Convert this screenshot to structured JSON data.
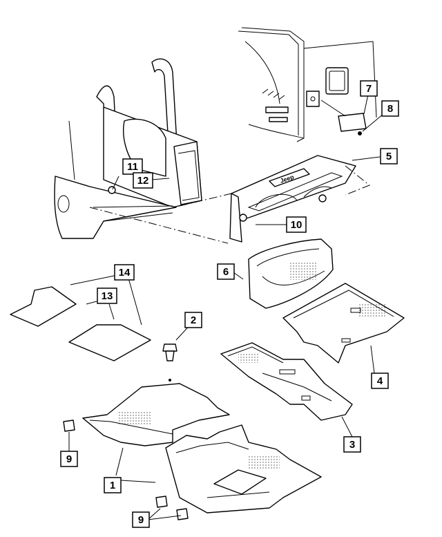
{
  "callouts": [
    {
      "id": "c1",
      "label": "1"
    },
    {
      "id": "c2",
      "label": "2"
    },
    {
      "id": "c3",
      "label": "3"
    },
    {
      "id": "c4",
      "label": "4"
    },
    {
      "id": "c5",
      "label": "5"
    },
    {
      "id": "c6",
      "label": "6"
    },
    {
      "id": "c7",
      "label": "7"
    },
    {
      "id": "c8",
      "label": "8"
    },
    {
      "id": "c9a",
      "label": "9"
    },
    {
      "id": "c9b",
      "label": "9"
    },
    {
      "id": "c10",
      "label": "10"
    },
    {
      "id": "c11",
      "label": "11"
    },
    {
      "id": "c12",
      "label": "12"
    },
    {
      "id": "c13",
      "label": "13"
    },
    {
      "id": "c14",
      "label": "14"
    }
  ],
  "tailgate_badge": "Jeep",
  "colors": {
    "line": "#000000",
    "background": "#ffffff"
  }
}
